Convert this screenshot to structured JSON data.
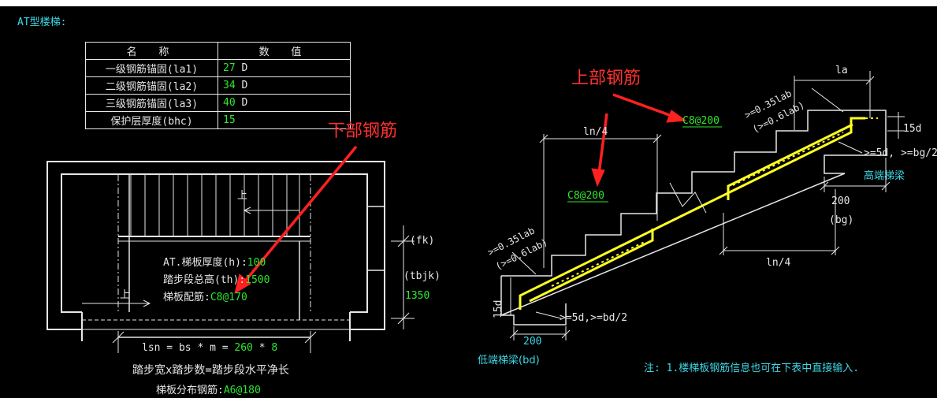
{
  "title": "AT型楼梯:",
  "table": {
    "header": {
      "name": "名 称",
      "value": "数 值"
    },
    "rows": [
      {
        "name": "一级钢筋锚固(la1)",
        "value": "27",
        "unit": "D"
      },
      {
        "name": "二级钢筋锚固(la2)",
        "value": "34",
        "unit": "D"
      },
      {
        "name": "三级钢筋锚固(la3)",
        "value": "40",
        "unit": "D"
      },
      {
        "name": "保护层厚度(bhc)",
        "value": "15",
        "unit": ""
      }
    ]
  },
  "callouts": {
    "lower_rebar": "下部钢筋",
    "upper_rebar": "上部钢筋"
  },
  "plan": {
    "up_label_1": "上",
    "up_label_2": "上",
    "thickness_label": "AT.梯板厚度(h):",
    "thickness_value": "100",
    "total_height_label": "踏步段总高(th):",
    "total_height_value": "1500",
    "rebar_label": "梯板配筋:",
    "rebar_value": "C8@170",
    "fk": "(fk)",
    "tbjk": "(tbjk)",
    "tbjk_value": "1350",
    "lsn_prefix": "lsn = bs * m = ",
    "bs_value": "260",
    "star": " * ",
    "m_value": "8",
    "formula_text": "踏步宽x踏步数=踏步段水平净长",
    "dist_rebar_label": "梯板分布钢筋:",
    "dist_rebar_value": "A6@180"
  },
  "section": {
    "upper_rebar_value": "C8@200",
    "lower_rebar_value": "C8@200",
    "ln4_top": "ln/4",
    "ln4_bottom": "ln/4",
    "la": "la",
    "anchor_top_1": ">=0.35lab",
    "anchor_top_2": "(>=0.6lab)",
    "anchor_bottom_1": ">=0.35lab",
    "anchor_bottom_2": "(>=0.6lab)",
    "d15_top": "15d",
    "d15_bottom": "15d",
    "bg_rule": ">=5d, >=bg/2",
    "bd_rule": ">=5d,>=bd/2",
    "high_beam": "高端梯梁",
    "low_beam": "低端梯梁(bd)",
    "dim_200_top": "200",
    "bg": "(bg)",
    "dim_200_bottom": "200"
  },
  "note": "注: 1.楼梯板钢筋信息也可在下表中直接输入."
}
